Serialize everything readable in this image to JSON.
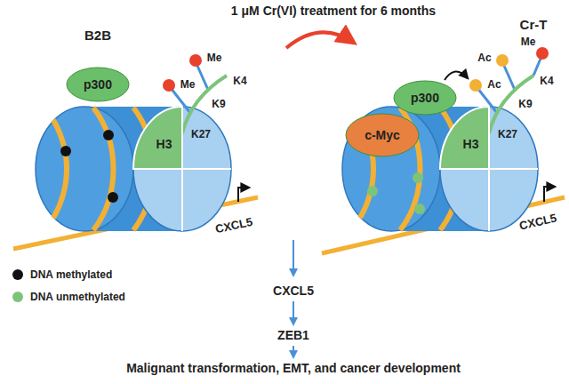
{
  "diagram": {
    "title": "1 μM Cr(VI) treatment for 6 months",
    "nodes": [
      {
        "text": [
          "p300"
        ]
      },
      {
        "text": [
          "H3"
        ]
      },
      {
        "text": [
          "c-Myc"
        ]
      },
      {
        "text": [
          "p300"
        ]
      },
      {
        "text": [
          "H3"
        ]
      },
      {
        "text": [
          "CXCL5"
        ]
      },
      {
        "text": [
          "ZEB1"
        ]
      },
      {
        "text": [
          "Malignant transformation, EMT, and cancer development"
        ]
      }
    ],
    "edges": [
      {
        "from": 5,
        "to": 6,
        "arrow": "to"
      },
      {
        "from": 6,
        "to": 7,
        "arrow": "to"
      }
    ],
    "labels": [
      "B2B",
      "Me",
      "Me",
      "K4",
      "K9",
      "K27",
      "CXCL5",
      "Cr-T",
      "Ac",
      "Ac",
      "Me",
      "K4",
      "K9",
      "K27",
      "CXCL5"
    ],
    "legend": [
      {
        "text": "DNA methylated",
        "color": "#111111"
      },
      {
        "text": "DNA unmethylated",
        "color": "#7dc47a"
      }
    ]
  }
}
